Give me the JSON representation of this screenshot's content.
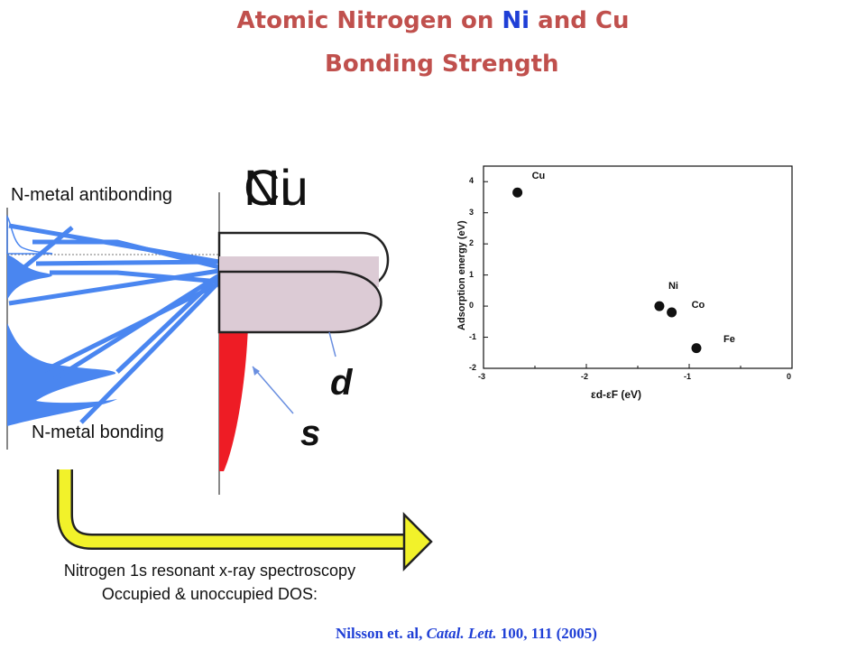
{
  "title": {
    "line1_prefix": "Atomic Nitrogen on ",
    "line1_ni": "Ni",
    "line1_and": " and ",
    "line1_cu": "Cu",
    "line2": "Bonding Strength"
  },
  "diagram": {
    "antibonding_label": "N-metal antibonding",
    "bonding_label": "N-metal bonding",
    "metal_label_ni": "Ni",
    "metal_label_cu": "Cu",
    "d_label": "d",
    "s_label": "s"
  },
  "caption": {
    "line1": "Nitrogen 1s resonant x-ray spectroscopy",
    "line2": "Occupied & unoccupied DOS:"
  },
  "reference": {
    "authors": "Nilsson et. al, ",
    "journal": "Catal. Lett.",
    "rest": " 100, 111 (2005)"
  },
  "colors": {
    "title": "#c0504d",
    "ni": "#1f3fd6",
    "blue_dos": "#4a86f0",
    "s_band": "#ee1c25",
    "d_band": "#dccbd5",
    "arrow": "#f2f22a"
  },
  "chart_data": {
    "type": "scatter",
    "title": "",
    "xlabel": "εd-εF (eV)",
    "ylabel": "Adsorption energy (eV)",
    "xlim": [
      -3,
      0
    ],
    "ylim": [
      -2,
      4.5
    ],
    "xticks": [
      -3,
      -2,
      -1,
      0
    ],
    "yticks": [
      -2,
      -1,
      0,
      1,
      2,
      3,
      4
    ],
    "grid": false,
    "points": [
      {
        "label": "Cu",
        "x": -2.67,
        "y": 3.65
      },
      {
        "label": "Ni",
        "x": -1.29,
        "y": 0.0
      },
      {
        "label": "Co",
        "x": -1.17,
        "y": -0.2
      },
      {
        "label": "Fe",
        "x": -0.93,
        "y": -1.35
      }
    ]
  }
}
